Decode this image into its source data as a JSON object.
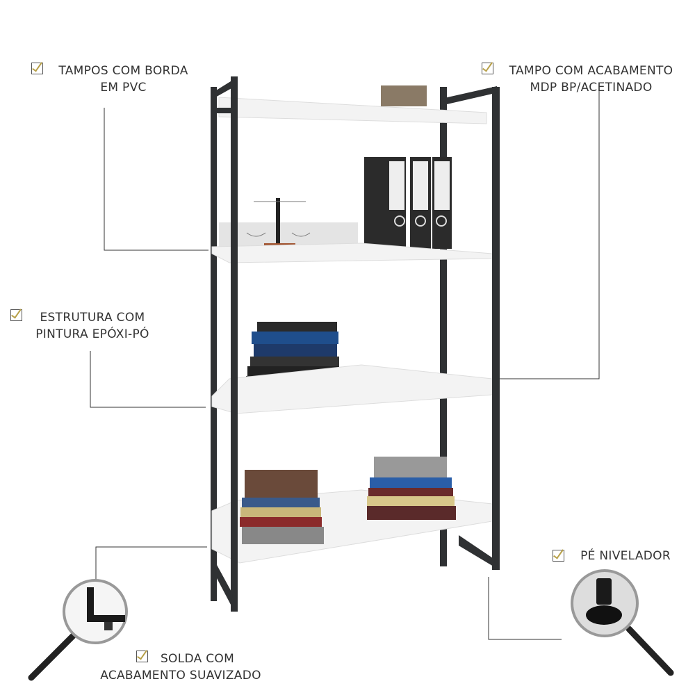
{
  "features": [
    {
      "line1": "TAMPOS COM BORDA",
      "line2": "EM PVC"
    },
    {
      "line1": "TAMPO COM ACABAMENTO",
      "line2": "MDP BP/ACETINADO"
    },
    {
      "line1": "ESTRUTURA COM",
      "line2": "PINTURA EPÓXI-PÓ"
    },
    {
      "line1": "PÉ NIVELADOR"
    },
    {
      "line1": "SOLDA COM",
      "line2": "ACABAMENTO SUAVIZADO"
    }
  ],
  "colors": {
    "text": "#333333",
    "check": "#b8a14a",
    "frame": "#2f3133",
    "shelf": "#f2f2f2"
  }
}
